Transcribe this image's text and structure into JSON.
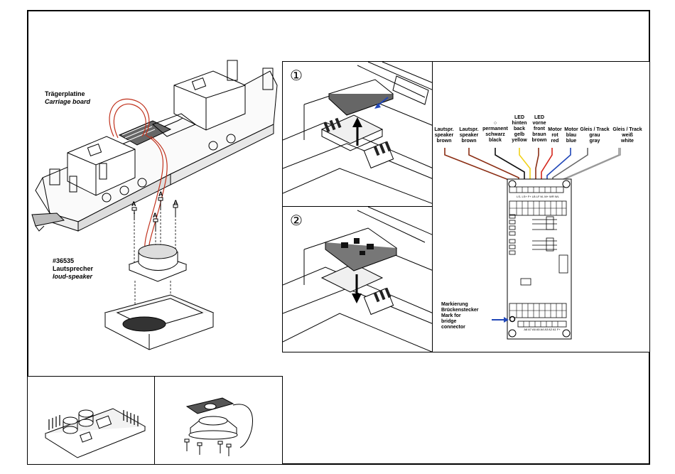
{
  "labels": {
    "carriage_board_de": "Trägerplatine",
    "carriage_board_en": "Carriage board",
    "article_no": "#36535",
    "speaker_de": "Lautsprecher",
    "speaker_en": "loud-speaker",
    "screw_mark": "A"
  },
  "steps": [
    "①",
    "②"
  ],
  "wiring": {
    "terminals": [
      {
        "de": "Lautspr.",
        "en": "speaker",
        "color": "brown"
      },
      {
        "de": "Lautspr.",
        "en": "speaker",
        "color": "brown"
      },
      {
        "symbol": "○",
        "de": "permanent",
        "en": "schwarz",
        "color": "black"
      },
      {
        "de": "LED",
        "de2": "hinten",
        "en": "back",
        "c1": "gelb",
        "color": "yellow"
      },
      {
        "de": "LED",
        "de2": "vorne",
        "en": "front",
        "c1": "braun",
        "color": "brown"
      },
      {
        "de": "Motor",
        "c1": "rot",
        "color": "red"
      },
      {
        "de": "Motor",
        "c1": "blau",
        "color": "blue"
      },
      {
        "de": "Gleis / Track",
        "c1": "grau",
        "color": "gray"
      },
      {
        "de": "Gleis / Track",
        "c1": "weiß",
        "color": "white"
      }
    ],
    "top_pins": "LS- LS+ F+ LB LF M- M+ WR WL",
    "bottom_pins": "A8 A7 A6 A5 A4 A3 A2 A1 F+",
    "marking_lines": [
      "Markierung",
      "Brückenstecker",
      "Mark for",
      "bridge",
      "connector"
    ],
    "wire_colors": {
      "brown": "#8b2e14",
      "black": "#111111",
      "yellow": "#f2d21a",
      "red": "#d4261c",
      "blue": "#2147b8",
      "gray": "#666666",
      "white": "#bbbbbb"
    }
  }
}
